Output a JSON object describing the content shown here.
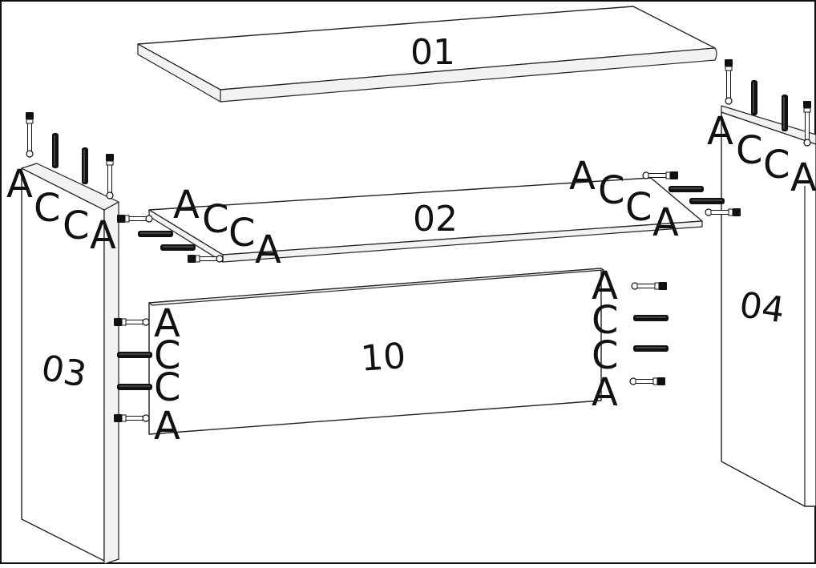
{
  "parts": {
    "p01": "01",
    "p02": "02",
    "p03": "03",
    "p04": "04",
    "p10": "10"
  },
  "hardware": {
    "a": "A",
    "c": "C"
  },
  "colors": {
    "line": "#222222",
    "dowel": "#111111",
    "panel_fill": "#ffffff"
  }
}
